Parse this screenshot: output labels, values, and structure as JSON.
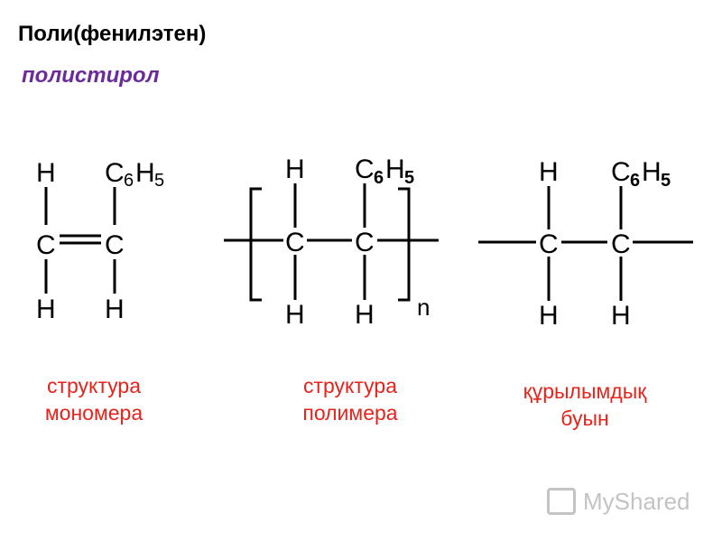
{
  "title": "Поли(фенилэтен)",
  "subtitle": "полистирол",
  "atoms": {
    "H": "H",
    "C": "C",
    "C6": "C",
    "six": "6",
    "H5": "H",
    "five": "5",
    "n": "n"
  },
  "captions": {
    "monomer": [
      "структура",
      "мономера"
    ],
    "polymer": [
      "структура",
      "полимера"
    ],
    "unit": [
      "құрылымдық",
      "буын"
    ]
  },
  "watermark": "MyShared"
}
